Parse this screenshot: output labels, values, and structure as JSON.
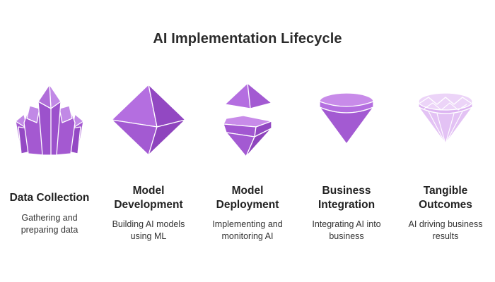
{
  "title": "AI Implementation Lifecycle",
  "colors": {
    "gem_dark": "#9b4fc9",
    "gem_mid": "#b065dc",
    "gem_light": "#c98ce8",
    "gem_pale": "#e3c2f4",
    "edge": "#ffffff"
  },
  "stages": [
    {
      "icon": "crystal-cluster-icon",
      "label_lines": [
        "Data Collection"
      ],
      "desc_lines": [
        "Gathering and",
        "preparing data"
      ]
    },
    {
      "icon": "octahedron-gem-icon",
      "label_lines": [
        "Model",
        "Development"
      ],
      "desc_lines": [
        "Building AI models",
        "using ML"
      ]
    },
    {
      "icon": "split-gem-icon",
      "label_lines": [
        "Model",
        "Deployment"
      ],
      "desc_lines": [
        "Implementing and",
        "monitoring AI"
      ]
    },
    {
      "icon": "cut-gem-icon",
      "label_lines": [
        "Business",
        "Integration"
      ],
      "desc_lines": [
        "Integrating AI into",
        "business"
      ]
    },
    {
      "icon": "faceted-diamond-icon",
      "label_lines": [
        "Tangible",
        "Outcomes"
      ],
      "desc_lines": [
        "AI driving business",
        "results"
      ]
    }
  ]
}
